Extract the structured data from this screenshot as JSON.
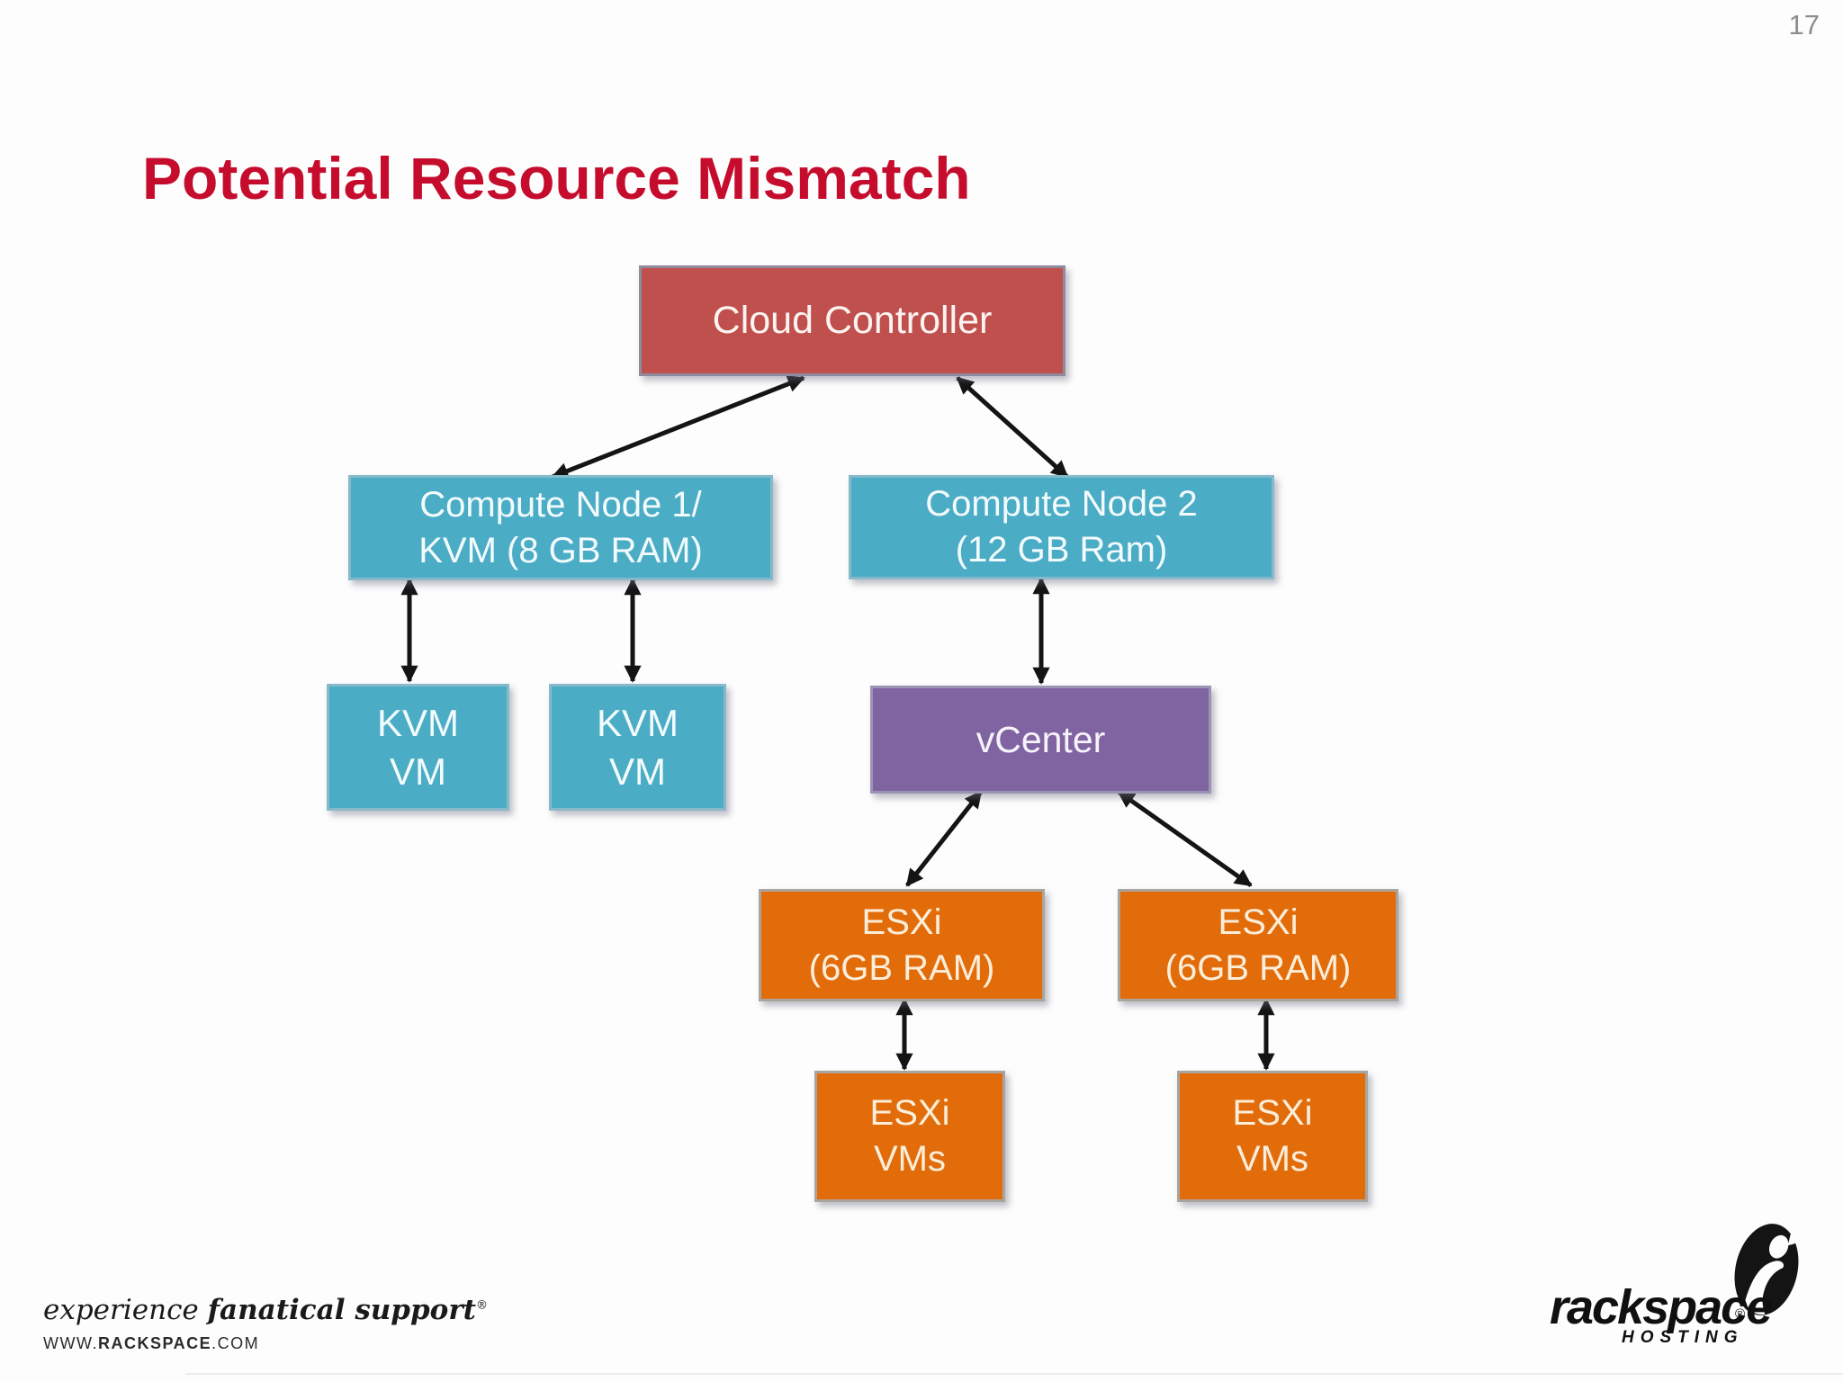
{
  "slide": {
    "page_number": "17",
    "title": "Potential Resource Mismatch",
    "title_color": "#c60c2d",
    "background": "#fdfdfd"
  },
  "diagram": {
    "cloud_controller": {
      "label": "Cloud Controller",
      "fill": "#c0504d",
      "text_color": "#ffffff"
    },
    "compute_node_1": {
      "line1": "Compute Node 1/",
      "line2": "KVM (8 GB RAM)",
      "fill": "#4bacc6",
      "text_color": "#ffffff"
    },
    "compute_node_2": {
      "line1": "Compute Node 2",
      "line2": "(12 GB Ram)",
      "fill": "#4bacc6",
      "text_color": "#ffffff"
    },
    "kvm_vm_1": {
      "line1": "KVM",
      "line2": "VM",
      "fill": "#4bacc6",
      "text_color": "#ffffff"
    },
    "kvm_vm_2": {
      "line1": "KVM",
      "line2": "VM",
      "fill": "#4bacc6",
      "text_color": "#ffffff"
    },
    "vcenter": {
      "label": "vCenter",
      "fill": "#8064a2",
      "text_color": "#ffffff"
    },
    "esxi_1": {
      "line1": "ESXi",
      "line2": "(6GB RAM)",
      "fill": "#e36c0a",
      "text_color": "#fbeeda"
    },
    "esxi_2": {
      "line1": "ESXi",
      "line2": "(6GB RAM)",
      "fill": "#e36c0a",
      "text_color": "#fbeeda"
    },
    "esxi_vms_1": {
      "line1": "ESXi",
      "line2": "VMs",
      "fill": "#e36c0a",
      "text_color": "#fbeeda"
    },
    "esxi_vms_2": {
      "line1": "ESXi",
      "line2": "VMs",
      "fill": "#e36c0a",
      "text_color": "#fbeeda"
    },
    "arrow_color": "#141414",
    "edges": [
      {
        "from": "cloud_controller",
        "to": "compute_node_1",
        "bidirectional": true
      },
      {
        "from": "cloud_controller",
        "to": "compute_node_2",
        "bidirectional": true
      },
      {
        "from": "compute_node_1",
        "to": "kvm_vm_1",
        "bidirectional": true
      },
      {
        "from": "compute_node_1",
        "to": "kvm_vm_2",
        "bidirectional": true
      },
      {
        "from": "compute_node_2",
        "to": "vcenter",
        "bidirectional": true
      },
      {
        "from": "vcenter",
        "to": "esxi_1",
        "bidirectional": true
      },
      {
        "from": "vcenter",
        "to": "esxi_2",
        "bidirectional": true
      },
      {
        "from": "esxi_1",
        "to": "esxi_vms_1",
        "bidirectional": true
      },
      {
        "from": "esxi_2",
        "to": "esxi_vms_2",
        "bidirectional": true
      }
    ]
  },
  "footer": {
    "tagline_light": "experience",
    "tagline_bold": "fanatical support",
    "tagline_registered": "®",
    "url_www": "WWW.",
    "url_name": "RACKSPACE",
    "url_tld": ".COM"
  },
  "logo": {
    "brand": "rackspace",
    "registered": "®",
    "subtitle": "HOSTING"
  }
}
